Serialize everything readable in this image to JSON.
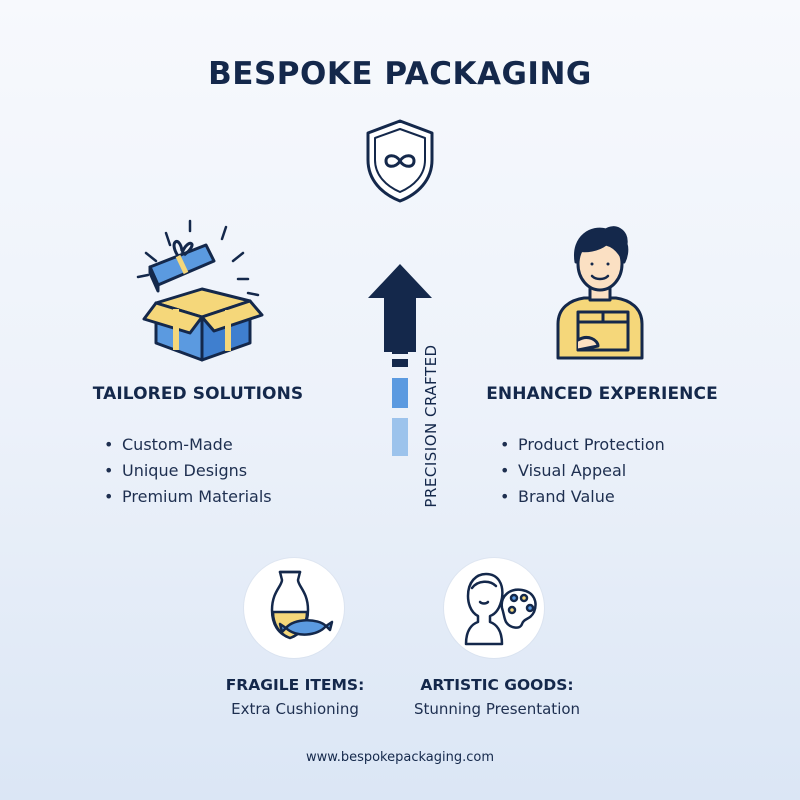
{
  "title": "BESPOKE PACKAGING",
  "center": {
    "vertical_label": "PRECISION CRAFTED"
  },
  "left": {
    "heading": "TAILORED SOLUTIONS",
    "bullets": [
      "Custom-Made",
      "Unique Designs",
      "Premium Materials"
    ]
  },
  "right": {
    "heading": "ENHANCED EXPERIENCE",
    "bullets": [
      "Product Protection",
      "Visual Appeal",
      "Brand Value"
    ]
  },
  "bottom_left": {
    "heading": "FRAGILE ITEMS:",
    "text": "Extra Cushioning"
  },
  "bottom_right": {
    "heading": "ARTISTIC GOODS:",
    "text": "Stunning Presentation"
  },
  "footer": "www.bespokepackaging.com",
  "colors": {
    "navy": "#14284b",
    "accent_blue": "#5b9ae0",
    "light_blue": "#9cc3ec",
    "accent_yellow": "#f5d77a"
  },
  "icons": [
    "shield-infinity-icon",
    "open-gift-box-icon",
    "person-holding-box-icon",
    "vase-cushion-icon",
    "bust-palette-icon"
  ]
}
